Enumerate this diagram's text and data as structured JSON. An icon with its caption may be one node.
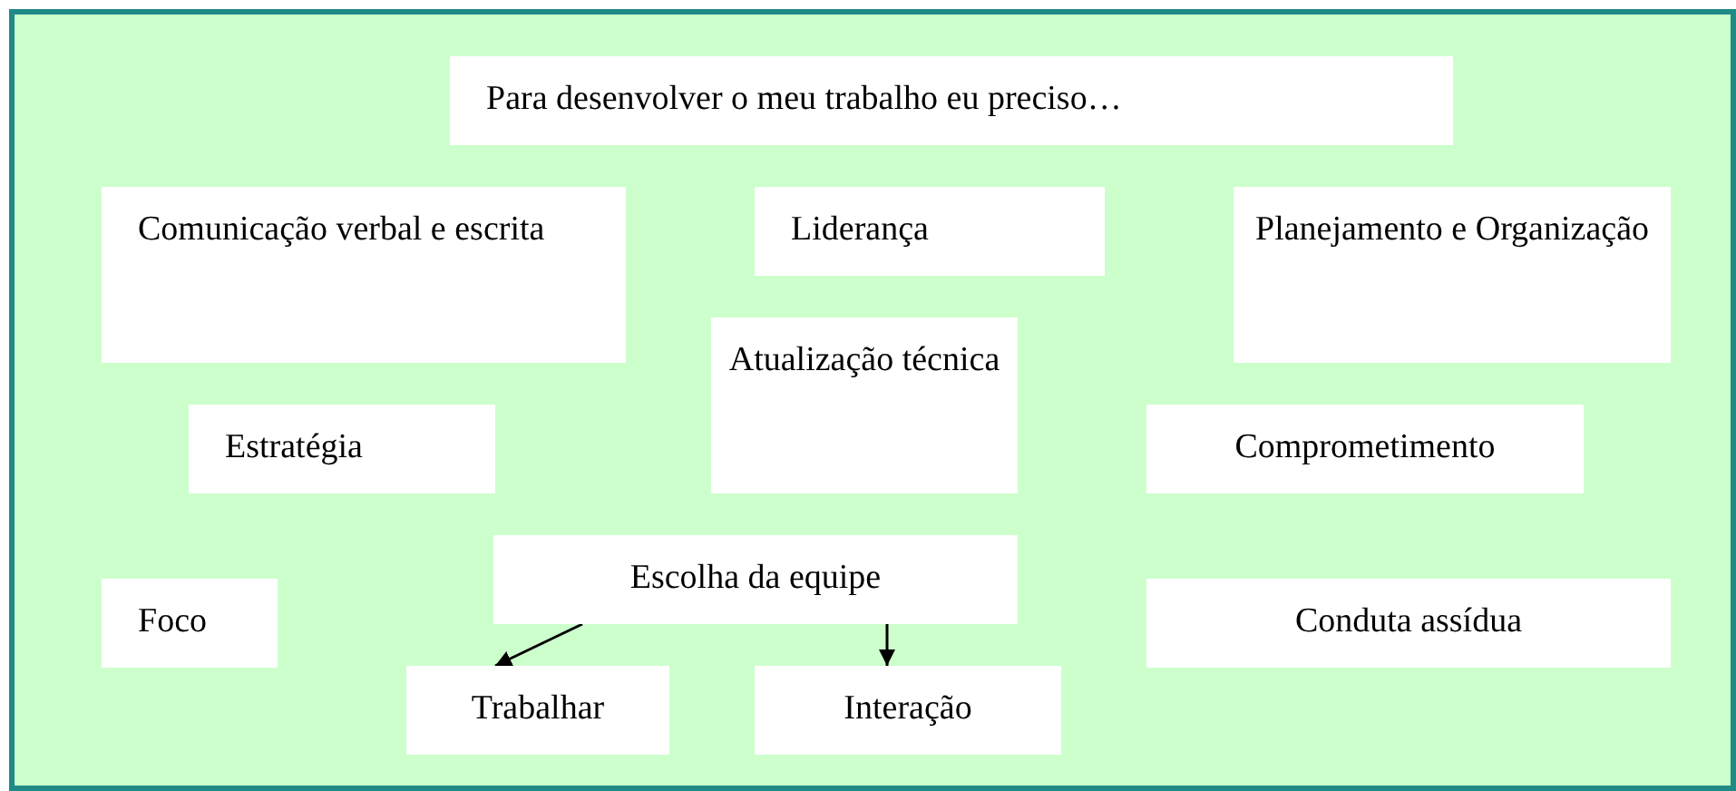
{
  "diagram": {
    "nodes": [
      {
        "text": [
          "Para desenvolver o meu trabalho eu preciso…"
        ]
      },
      {
        "text": [
          "Comunicação verbal e escrita"
        ]
      },
      {
        "text": [
          "Liderança"
        ]
      },
      {
        "text": [
          "Planejamento e Organização"
        ]
      },
      {
        "text": [
          "Atualização técnica"
        ]
      },
      {
        "text": [
          "Estratégia"
        ]
      },
      {
        "text": [
          "Comprometimento"
        ]
      },
      {
        "text": [
          "Escolha da equipe"
        ]
      },
      {
        "text": [
          "Foco"
        ]
      },
      {
        "text": [
          "Conduta assídua"
        ]
      },
      {
        "text": [
          "Trabalhar"
        ]
      },
      {
        "text": [
          "Interação"
        ]
      }
    ],
    "edges": [
      {
        "from": 7,
        "to": 10,
        "arrow": "to"
      },
      {
        "from": 7,
        "to": 11,
        "arrow": "to"
      }
    ]
  }
}
